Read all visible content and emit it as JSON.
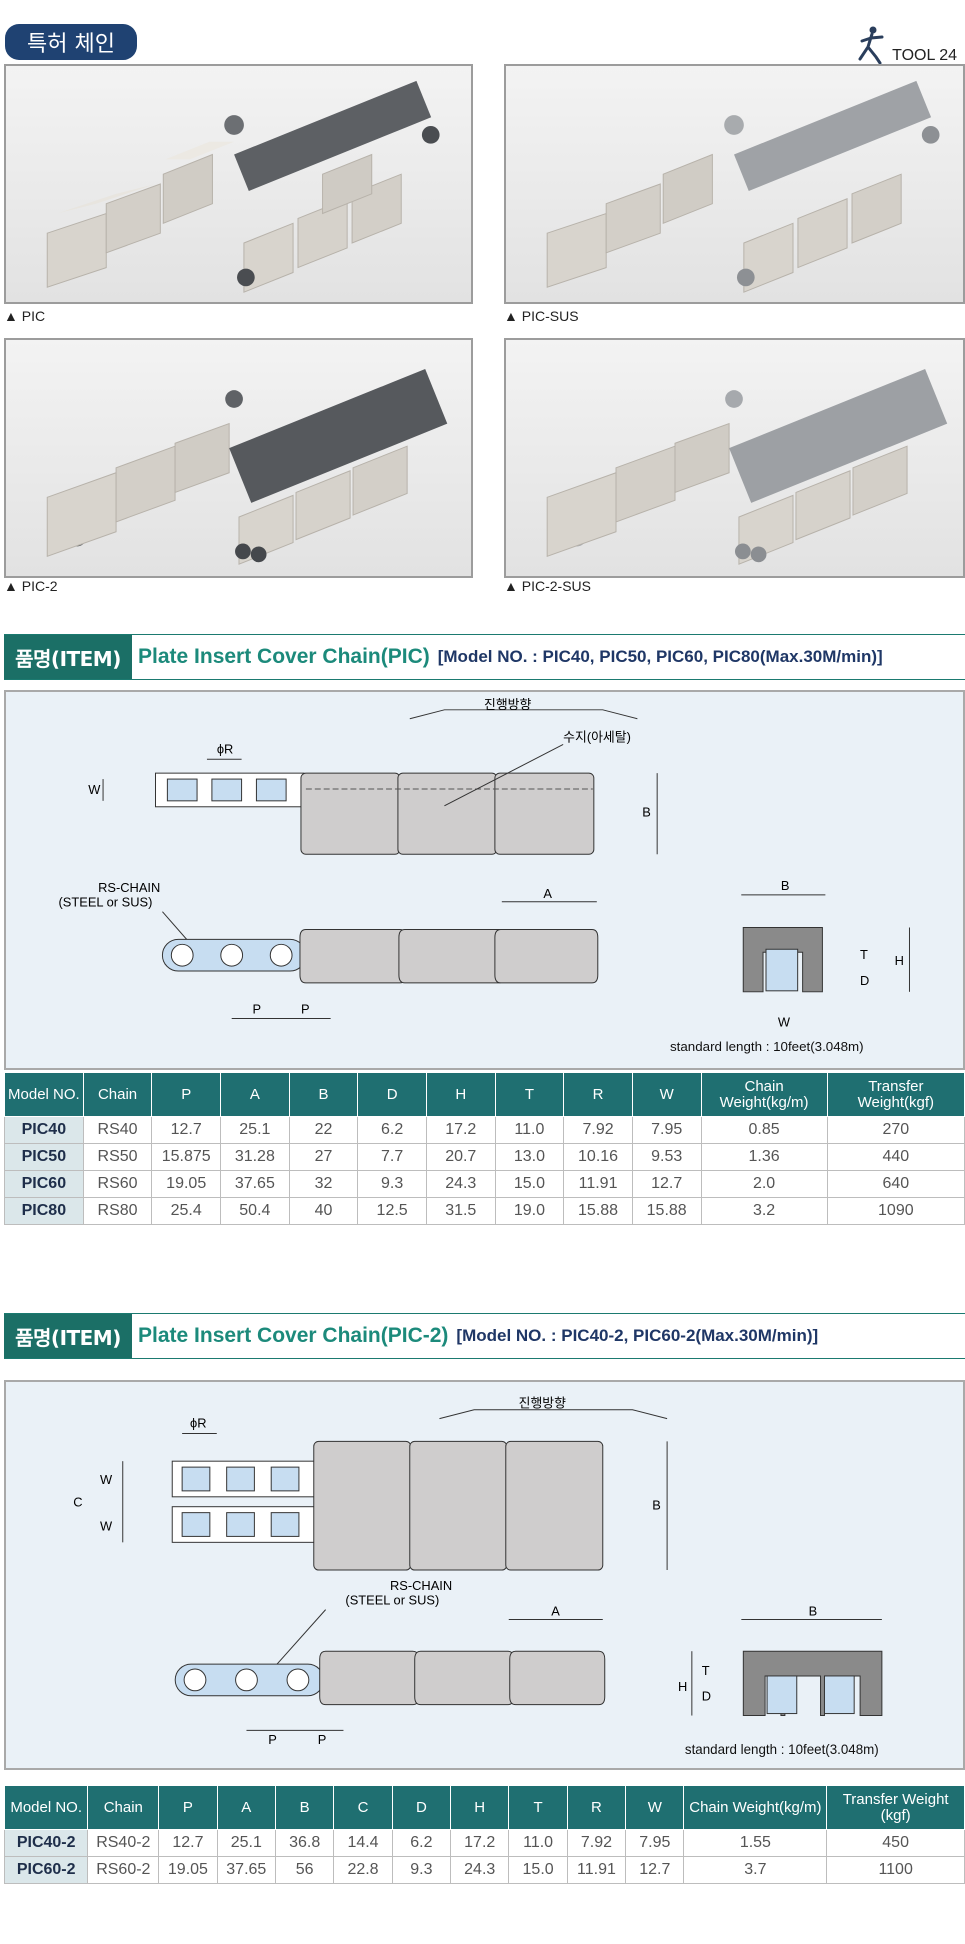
{
  "header": {
    "category": "특허 체인",
    "brand": "TOOL 24"
  },
  "photos": [
    {
      "caption": "▲ PIC",
      "variant": "steel-single"
    },
    {
      "caption": "▲ PIC-SUS",
      "variant": "sus-single"
    },
    {
      "caption": "▲ PIC-2",
      "variant": "steel-double"
    },
    {
      "caption": "▲ PIC-2-SUS",
      "variant": "sus-double"
    }
  ],
  "section1": {
    "tag": "품명(ITEM)",
    "title": "Plate Insert Cover Chain(PIC)",
    "model": "[Model NO. : PIC40, PIC50, PIC60, PIC80(Max.30M/min)]",
    "diagram": {
      "direction": "진행방향",
      "material": "수지(아세탈)",
      "rs_chain": "RS-CHAIN",
      "rs_chain_sub": "(STEEL or SUS)",
      "standard_length": "standard length : 10feet(3.048m)",
      "dims": {
        "R": "ϕR",
        "W": "W",
        "B": "B",
        "A": "A",
        "P": "P",
        "T": "T",
        "H": "H",
        "D": "D"
      }
    },
    "table": {
      "headers": [
        "Model NO.",
        "Chain",
        "P",
        "A",
        "B",
        "D",
        "H",
        "T",
        "R",
        "W",
        "Chain Weight(kg/m)",
        "Transfer Weight(kgf)"
      ],
      "rows": [
        [
          "PIC40",
          "RS40",
          "12.7",
          "25.1",
          "22",
          "6.2",
          "17.2",
          "11.0",
          "7.92",
          "7.95",
          "0.85",
          "270"
        ],
        [
          "PIC50",
          "RS50",
          "15.875",
          "31.28",
          "27",
          "7.7",
          "20.7",
          "13.0",
          "10.16",
          "9.53",
          "1.36",
          "440"
        ],
        [
          "PIC60",
          "RS60",
          "19.05",
          "37.65",
          "32",
          "9.3",
          "24.3",
          "15.0",
          "11.91",
          "12.7",
          "2.0",
          "640"
        ],
        [
          "PIC80",
          "RS80",
          "25.4",
          "50.4",
          "40",
          "12.5",
          "31.5",
          "19.0",
          "15.88",
          "15.88",
          "3.2",
          "1090"
        ]
      ]
    }
  },
  "section2": {
    "tag": "품명(ITEM)",
    "title": "Plate Insert Cover Chain(PIC-2)",
    "model": "[Model NO. : PIC40-2, PIC60-2(Max.30M/min)]",
    "diagram": {
      "direction": "진행방향",
      "rs_chain": "RS-CHAIN",
      "rs_chain_sub": "(STEEL or SUS)",
      "standard_length": "standard length : 10feet(3.048m)",
      "dims": {
        "R": "ϕR",
        "W": "W",
        "C": "C",
        "B": "B",
        "A": "A",
        "P": "P",
        "T": "T",
        "H": "H",
        "D": "D"
      }
    },
    "table": {
      "headers": [
        "Model NO.",
        "Chain",
        "P",
        "A",
        "B",
        "C",
        "D",
        "H",
        "T",
        "R",
        "W",
        "Chain Weight(kg/m)",
        "Transfer Weight (kgf)"
      ],
      "rows": [
        [
          "PIC40-2",
          "RS40-2",
          "12.7",
          "25.1",
          "36.8",
          "14.4",
          "6.2",
          "17.2",
          "11.0",
          "7.92",
          "7.95",
          "1.55",
          "450"
        ],
        [
          "PIC60-2",
          "RS60-2",
          "19.05",
          "37.65",
          "56",
          "22.8",
          "9.3",
          "24.3",
          "15.0",
          "11.91",
          "12.7",
          "3.7",
          "1100"
        ]
      ]
    }
  }
}
